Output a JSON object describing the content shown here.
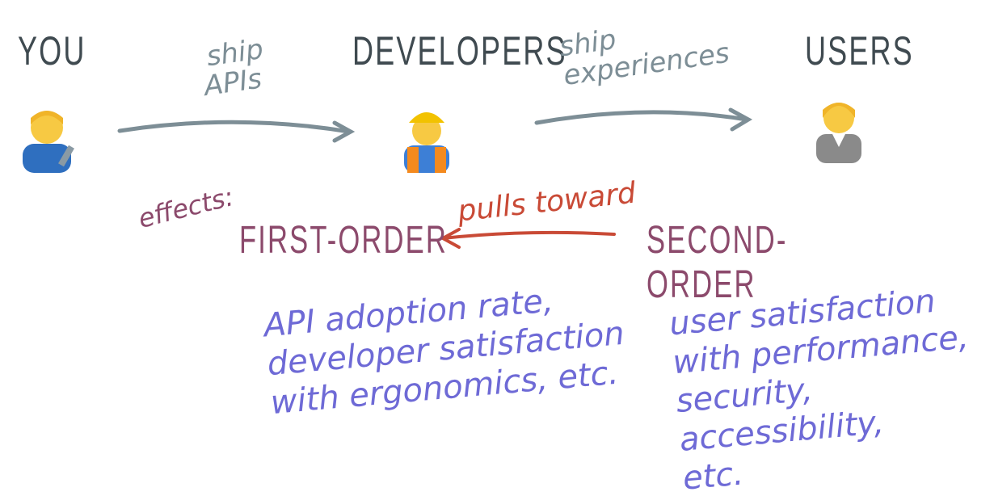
{
  "actors": {
    "you": {
      "label": "YOU",
      "icon": "mechanic-person-icon"
    },
    "developers": {
      "label": "DEVELOPERS",
      "icon": "construction-worker-icon"
    },
    "users": {
      "label": "USERS",
      "icon": "office-worker-icon"
    }
  },
  "arrows": {
    "you_to_devs": [
      "ship",
      "APIs"
    ],
    "devs_to_users": [
      "ship",
      "experiences"
    ],
    "pulls": "pulls toward"
  },
  "effects_label": "effects:",
  "first_order": {
    "title": "FIRST-ORDER",
    "lines": [
      "API adoption rate,",
      "developer satisfaction",
      "with ergonomics, etc."
    ]
  },
  "second_order": {
    "title": "SECOND-ORDER",
    "lines": [
      "user satisfaction",
      "with performance,",
      "security, accessibility,",
      "etc."
    ]
  },
  "colors": {
    "header": "#3f4a50",
    "arrow": "#7d8e96",
    "pull": "#c94a36",
    "plum": "#8c4a6c",
    "notes": "#6e6ad6"
  }
}
